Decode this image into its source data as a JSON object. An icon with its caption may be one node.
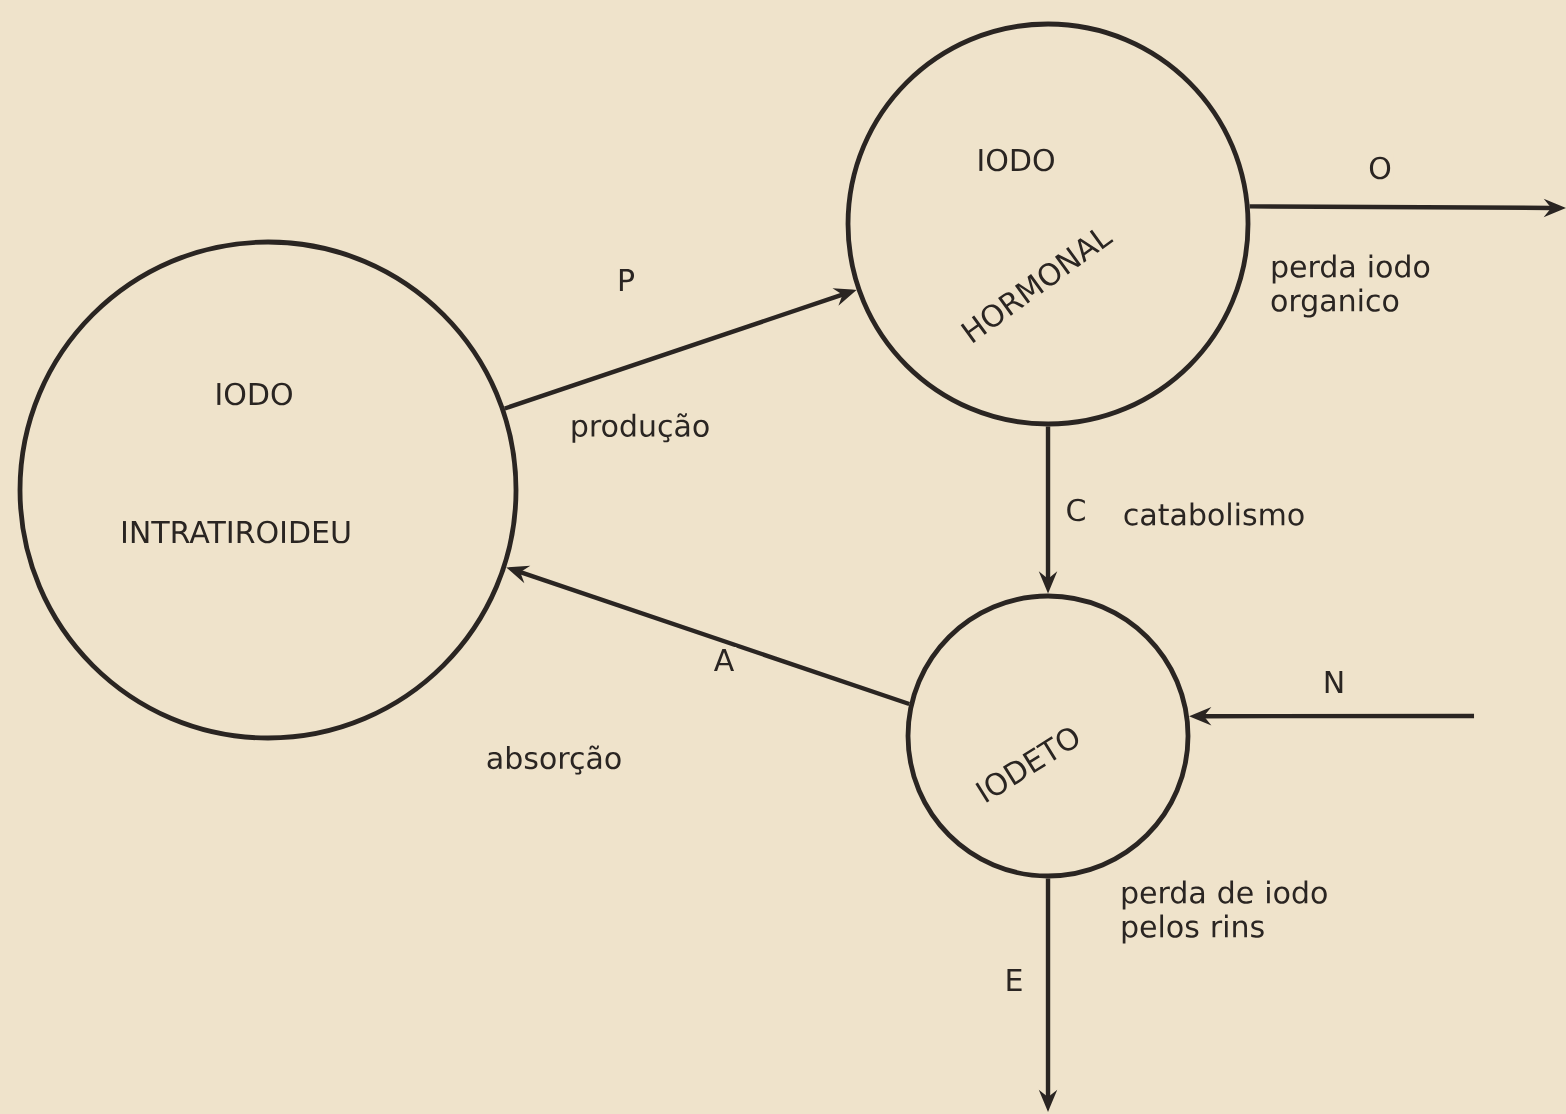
{
  "diagram": {
    "nodes": [
      {
        "text": [
          "IODO",
          "INTRATIROIDEU"
        ]
      },
      {
        "text": [
          "IODO",
          "HORMONAL"
        ]
      },
      {
        "text": [
          "IODETO"
        ]
      }
    ],
    "edges": [
      {
        "from": 0,
        "to": 1,
        "arrow": "to",
        "label": "P"
      },
      {
        "from": 1,
        "to": null,
        "arrow": "to",
        "label": "O"
      },
      {
        "from": 1,
        "to": 2,
        "arrow": "to",
        "label": "C"
      },
      {
        "from": null,
        "to": 2,
        "arrow": "to",
        "label": "N"
      },
      {
        "from": 2,
        "to": 0,
        "arrow": "to",
        "label": "A"
      },
      {
        "from": 2,
        "to": null,
        "arrow": "to",
        "label": "E"
      }
    ],
    "labels": [
      "produção",
      "perda iodo organico",
      "catabolismo",
      "absorção",
      "perda de iodo pelos rins"
    ]
  }
}
